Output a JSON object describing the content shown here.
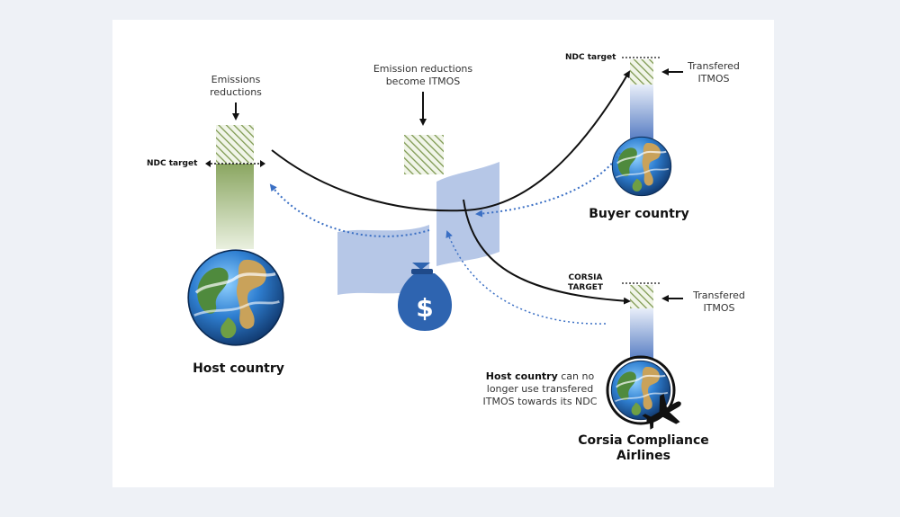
{
  "labels": {
    "emissions_reductions": "Emissions\nreductions",
    "ndc_target_host": "NDC target",
    "host_country": "Host country",
    "emission_reductions_become": "Emission reductions\nbecome ITMOS",
    "host_note_bold": "Host country",
    "host_note_rest": " can no longer use transfered ITMOS towards its NDC",
    "ndc_target_buyer": "NDC target",
    "transfered_itmos_buyer": "Transfered\nITMOS",
    "buyer_country": "Buyer country",
    "corsia_target": "CORSIA\nTARGET",
    "transfered_itmos_corsia": "Transfered\nITMOS",
    "corsia_airlines": "Corsia Compliance Airlines"
  },
  "icons": {
    "globe": "earth-globe-icon",
    "money_bag": "money-bag-icon",
    "currency_symbol": "$",
    "airplane": "airplane-icon"
  },
  "colors": {
    "hatch_green": "#7f9a52",
    "column_green": "#8aa661",
    "column_blue": "#5a7fc4",
    "ribbon_blue": "#a9bde3",
    "dotted_arrow": "#3a6fc4",
    "bag_blue": "#2e64b0"
  }
}
